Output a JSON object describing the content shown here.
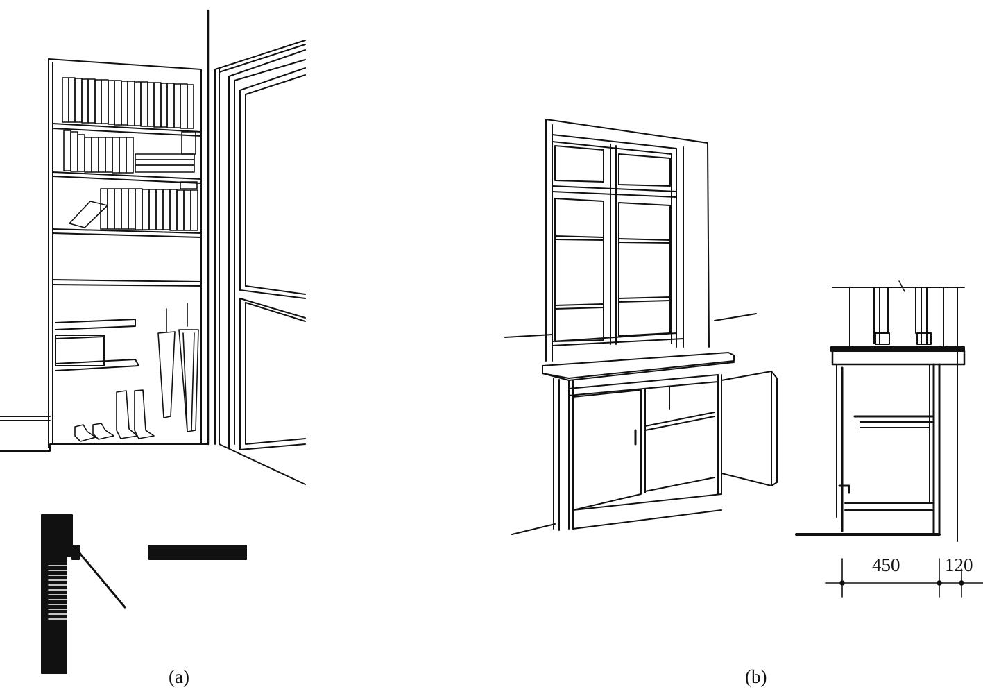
{
  "figure": {
    "panel_a": {
      "caption": "(a)"
    },
    "panel_b": {
      "caption": "(b)",
      "dimensions": [
        "450",
        "120"
      ]
    }
  },
  "colors": {
    "ink": "#111111",
    "background": "#ffffff"
  }
}
